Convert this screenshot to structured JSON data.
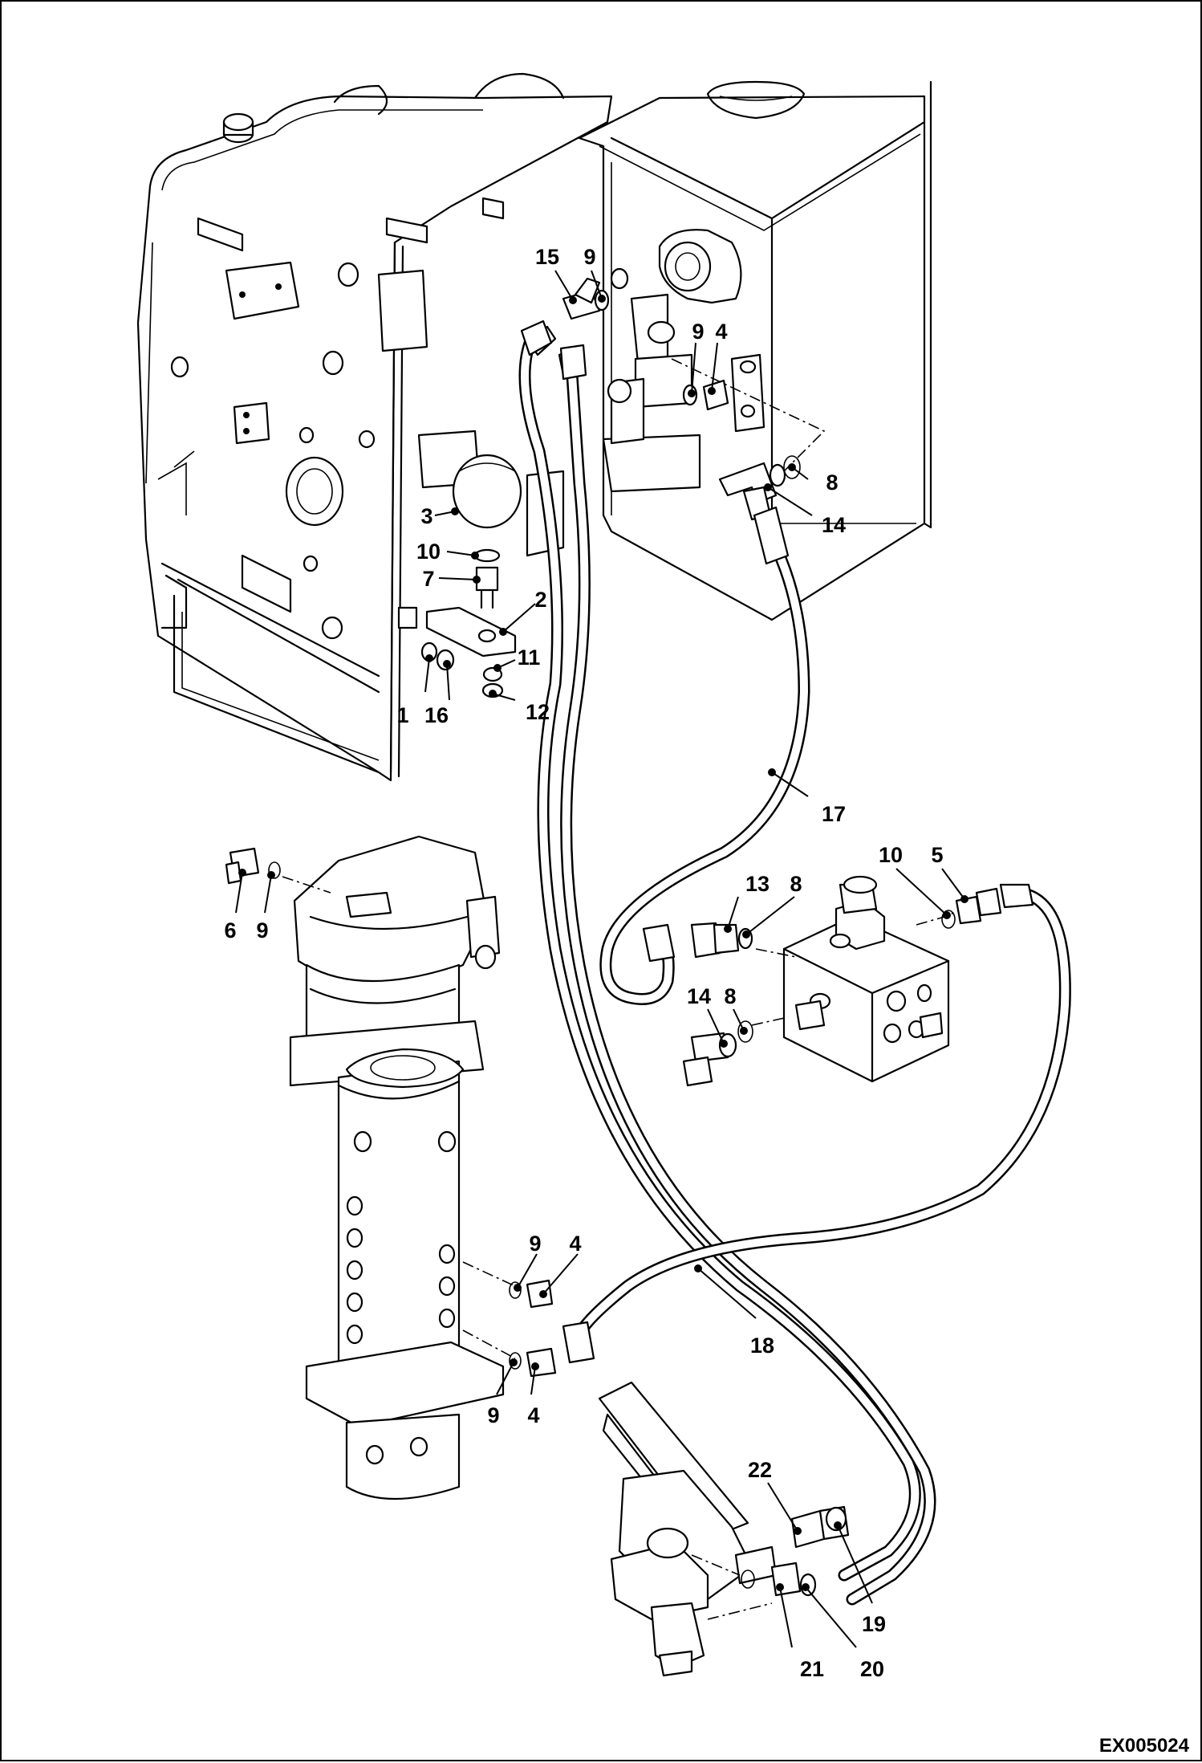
{
  "drawing_code": "EX005024",
  "callouts": [
    {
      "id": "c15a",
      "text": "15"
    },
    {
      "id": "c9a",
      "text": "9"
    },
    {
      "id": "c9b",
      "text": "9"
    },
    {
      "id": "c4a",
      "text": "4"
    },
    {
      "id": "c8a",
      "text": "8"
    },
    {
      "id": "c14a",
      "text": "14"
    },
    {
      "id": "c3",
      "text": "3"
    },
    {
      "id": "c10a",
      "text": "10"
    },
    {
      "id": "c7",
      "text": "7"
    },
    {
      "id": "c2",
      "text": "2"
    },
    {
      "id": "c11",
      "text": "11"
    },
    {
      "id": "c1",
      "text": "1"
    },
    {
      "id": "c16",
      "text": "16"
    },
    {
      "id": "c12",
      "text": "12"
    },
    {
      "id": "c17",
      "text": "17"
    },
    {
      "id": "c10b",
      "text": "10"
    },
    {
      "id": "c5",
      "text": "5"
    },
    {
      "id": "c13",
      "text": "13"
    },
    {
      "id": "c8b",
      "text": "8"
    },
    {
      "id": "c14b",
      "text": "14"
    },
    {
      "id": "c8c",
      "text": "8"
    },
    {
      "id": "c6",
      "text": "6"
    },
    {
      "id": "c9c",
      "text": "9"
    },
    {
      "id": "c9d",
      "text": "9"
    },
    {
      "id": "c4b",
      "text": "4"
    },
    {
      "id": "c18",
      "text": "18"
    },
    {
      "id": "c9e",
      "text": "9"
    },
    {
      "id": "c4c",
      "text": "4"
    },
    {
      "id": "c22",
      "text": "22"
    },
    {
      "id": "c19",
      "text": "19"
    },
    {
      "id": "c21",
      "text": "21"
    },
    {
      "id": "c20",
      "text": "20"
    }
  ]
}
